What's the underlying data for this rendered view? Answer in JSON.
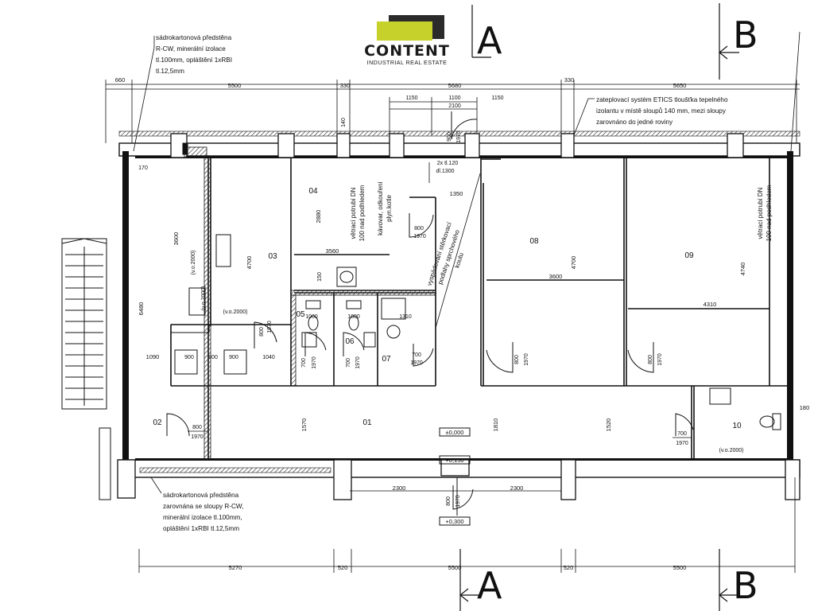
{
  "logo": {
    "word": "CONTENT",
    "sub": "INDUSTRIAL REAL ESTATE",
    "accent": "#c7d12c",
    "dark": "#2b2b2b"
  },
  "section_marks": {
    "a": "A",
    "b": "B"
  },
  "notes": {
    "partition_top": [
      "sádrokartonová předstěna",
      "R-CW, minerální izolace",
      "tl.100mm, opláštění 1xRBI",
      "tl.12,5mm"
    ],
    "etics": [
      "zateplovací systém ETICS tloušťka tepelného",
      "izolantu v místě sloupů 140 mm, mezi sloupy",
      "zarovnáno do jedné roviny"
    ],
    "partition_bottom": [
      "sádrokartonová předstěna",
      "zarovnána se sloupy R-CW,",
      "minerální izolace tl.100mm,",
      "opláštění 1xRBI tl.12,5mm"
    ]
  },
  "vertical_notes": {
    "vent_04": [
      "větrací potrubí DN",
      "100 nad podhledem"
    ],
    "coffee": [
      "kávovar, odkouření",
      "plyn.kotle"
    ],
    "shower": [
      "vyspádování stěrkovací",
      "podlahy sprchového",
      "koutu"
    ],
    "vent_09": [
      "větrací potrubí DN",
      "100 nad podhledem"
    ]
  },
  "rooms": [
    "01",
    "02",
    "03",
    "04",
    "05",
    "06",
    "07",
    "08",
    "09",
    "10"
  ],
  "dims": {
    "top_660": "660",
    "top_5500": "5500",
    "top_330a": "330",
    "top_5680": "5680",
    "top_330b": "330",
    "top_5650": "5650",
    "top_1150a": "1150",
    "top_1100": "1100",
    "top_1150b": "1150",
    "top_2100": "2100",
    "d140": "140",
    "d170": "170",
    "d6480": "6480",
    "d1090": "1090",
    "d3600_03": "3600",
    "d4700_03": "4700",
    "d2880": "2880",
    "d3560": "3560",
    "d150": "150",
    "d1350": "1350",
    "d3600_08": "3600",
    "d4700_08": "4700",
    "d4310": "4310",
    "d4740": "4740",
    "d1570": "1570",
    "d1810": "1810",
    "d1520": "1520",
    "d180": "180",
    "b2300a": "2300",
    "b2300b": "2300",
    "b5270": "5270",
    "b520a": "520",
    "b5500": "5500",
    "b520b": "520",
    "b5500r": "5500",
    "vo_a": "(v.o.2000)",
    "vo_b": "(v.o.2000)",
    "vo_c": "(v.o.2000)",
    "vo_10": "(v.o.2000)",
    "d900a": "900",
    "d900b": "900",
    "d900c": "900",
    "d1040": "1040",
    "d1000a": "1000",
    "d1000b": "1000",
    "d1310": "1310",
    "win_2x": "2x  tl.120",
    "win_dl": "dl.1300",
    "lvl_000": "±0,000",
    "lvl_150": "+0,150",
    "lvl_300": "+0,300"
  },
  "doors": {
    "d02_w": "800",
    "d02_h": "1970",
    "d03_w": "800",
    "d03_h": "1970",
    "d04_w": "800",
    "d04_h": "1970",
    "d05_w": "700",
    "d05_h": "1970",
    "d06_w": "700",
    "d06_h": "1970",
    "d07_w": "700",
    "d07_h": "1970",
    "d08_w": "800",
    "d08_h": "1970",
    "d09_w": "800",
    "d09_h": "1970",
    "d10_w": "700",
    "d10_h": "1970",
    "main_w": "800",
    "main_h": "1970",
    "ent_w": "900",
    "ent_h": "1970"
  }
}
